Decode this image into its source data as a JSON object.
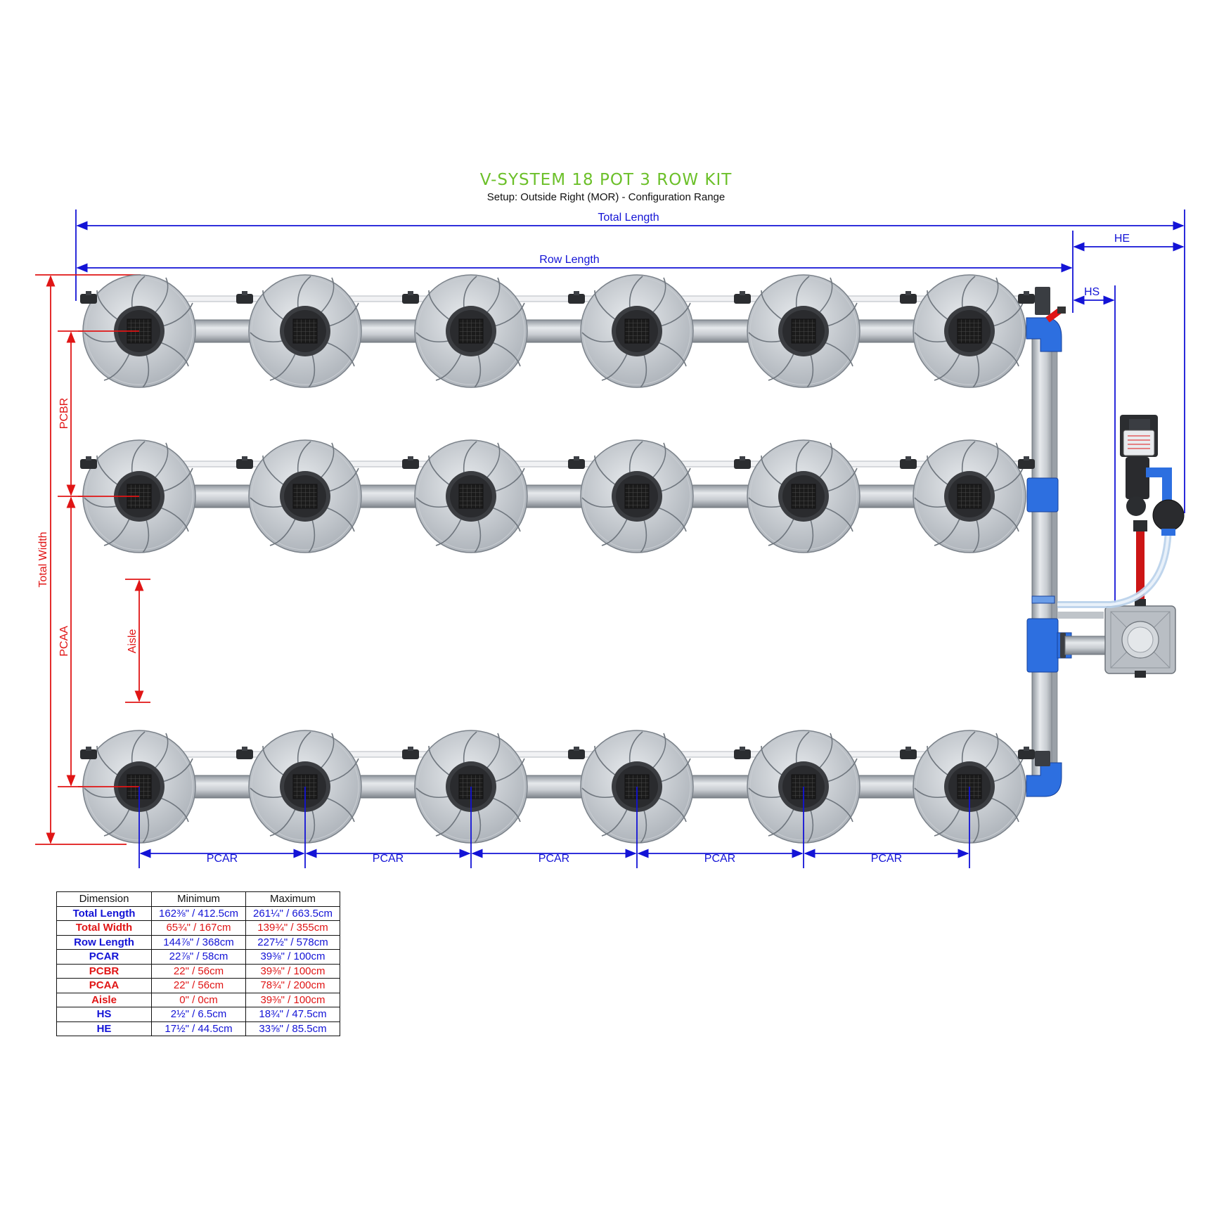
{
  "title": "V-SYSTEM 18 POT 3 ROW KIT",
  "subtitle": "Setup: Outside Right (MOR) - Configuration Range",
  "labels": {
    "total_length": "Total Length",
    "row_length": "Row Length",
    "he": "HE",
    "hs": "HS",
    "total_width": "Total Width",
    "pcbr": "PCBR",
    "pcaa": "PCAA",
    "aisle": "Aisle",
    "pcar": "PCAR"
  },
  "colors": {
    "blue_dim": "#1313d6",
    "red_dim": "#e01515",
    "title_green": "#6cc02a",
    "fitting_blue": "#2d6fe0"
  },
  "table": {
    "headers": [
      "Dimension",
      "Minimum",
      "Maximum"
    ],
    "rows": [
      {
        "name": "Total Length",
        "min": "162⅜\" / 412.5cm",
        "max": "261¼\" / 663.5cm",
        "color": "blue"
      },
      {
        "name": "Total Width",
        "min": "65¾\" / 167cm",
        "max": "139¾\" / 355cm",
        "color": "red"
      },
      {
        "name": "Row Length",
        "min": "144⅞\" / 368cm",
        "max": "227½\" / 578cm",
        "color": "blue"
      },
      {
        "name": "PCAR",
        "min": "22⅞\" / 58cm",
        "max": "39⅜\" / 100cm",
        "color": "blue"
      },
      {
        "name": "PCBR",
        "min": "22\" / 56cm",
        "max": "39⅜\" / 100cm",
        "color": "red"
      },
      {
        "name": "PCAA",
        "min": "22\" / 56cm",
        "max": "78¾\" / 200cm",
        "color": "red"
      },
      {
        "name": "Aisle",
        "min": "0\" / 0cm",
        "max": "39⅜\" / 100cm",
        "color": "red"
      },
      {
        "name": "HS",
        "min": "2½\" / 6.5cm",
        "max": "18¾\" / 47.5cm",
        "color": "blue"
      },
      {
        "name": "HE",
        "min": "17½\" / 44.5cm",
        "max": "33⅝\" / 85.5cm",
        "color": "blue"
      }
    ]
  }
}
